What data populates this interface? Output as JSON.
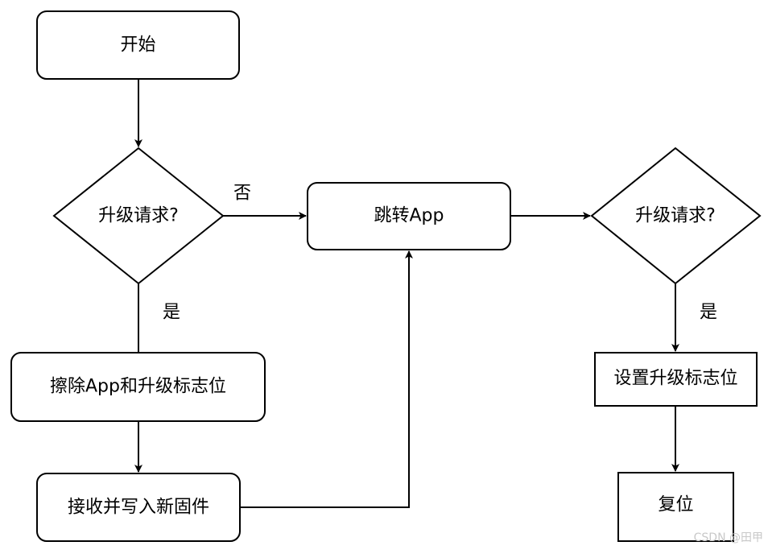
{
  "nodes": {
    "start": "开始",
    "decision1": "升级请求?",
    "erase": "擦除App和升级标志位",
    "receive": "接收并写入新固件",
    "jump": "跳转App",
    "decision2": "升级请求?",
    "set_flag": "设置升级标志位",
    "reset": "复位"
  },
  "edge_labels": {
    "decision1_no": "否",
    "decision1_yes": "是",
    "decision2_yes": "是"
  },
  "watermark": "CSDN @田甲"
}
